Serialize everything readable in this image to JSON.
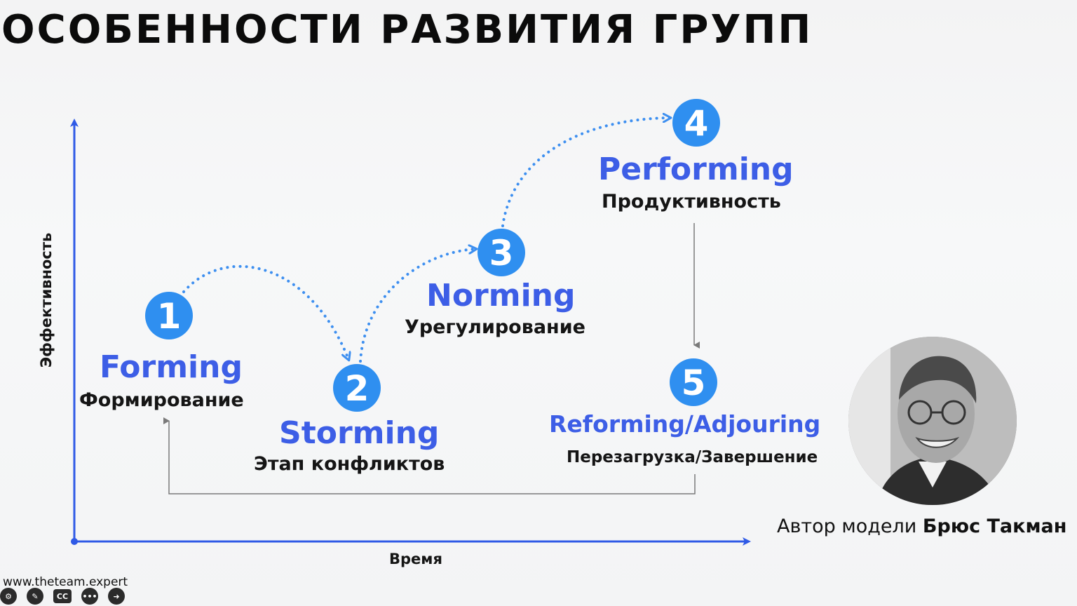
{
  "title": "ОСОБЕННОСТИ РАЗВИТИЯ ГРУПП",
  "axes": {
    "y_label": "Эффективность",
    "x_label": "Время"
  },
  "stages": [
    {
      "number": "1",
      "name": "Forming",
      "subtitle": "Формирование"
    },
    {
      "number": "2",
      "name": "Storming",
      "subtitle": "Этап конфликтов"
    },
    {
      "number": "3",
      "name": "Norming",
      "subtitle": "Урегулирование"
    },
    {
      "number": "4",
      "name": "Performing",
      "subtitle": "Продуктивность"
    },
    {
      "number": "5",
      "name": "Reforming/Adjouring",
      "subtitle": "Перезагрузка/Завершение"
    }
  ],
  "author": {
    "prefix": "Автор модели",
    "name": "Брюс Такман"
  },
  "website": "www.theteam.expert",
  "colors": {
    "accent": "#3d5ee6",
    "circle": "#2f8ff0",
    "axis": "#2f5ae6",
    "connector": "#7a7a7a"
  },
  "toolbar": {
    "icons": [
      "settings-icon",
      "pencil-icon",
      "captions-icon",
      "more-icon",
      "next-icon"
    ],
    "cc_label": "CC"
  }
}
